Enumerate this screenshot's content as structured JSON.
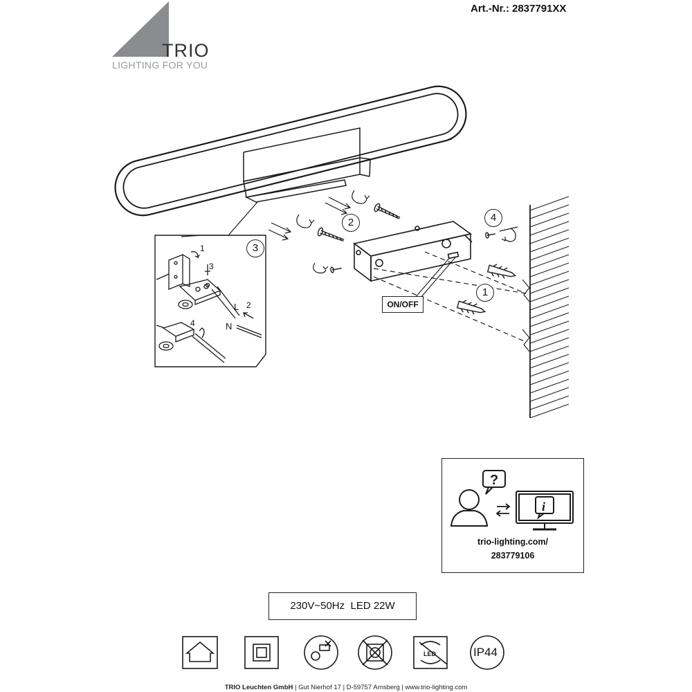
{
  "header": {
    "article_number": "Art.-Nr.: 2837791XX"
  },
  "brand": {
    "name": "TRIO",
    "tagline": "LIGHTING FOR YOU",
    "logo_icon": "triangle-logo-icon"
  },
  "diagram": {
    "switch_label": "ON/OFF",
    "steps": [
      "1",
      "2",
      "3",
      "4"
    ],
    "detail": {
      "step_number": "3",
      "sub_steps": [
        "1",
        "2",
        "3",
        "4"
      ],
      "wire_labels": [
        "L",
        "N"
      ]
    }
  },
  "support": {
    "url": "trio-lighting.com/",
    "code": "283779106",
    "icons": [
      "person-icon",
      "question-bubble-icon",
      "exchange-arrows-icon",
      "monitor-info-icon"
    ]
  },
  "specs": {
    "text": "230V~50Hz  LED 22W"
  },
  "certifications": {
    "icons": [
      "indoor-use-icon",
      "protection-class-2-icon",
      "recycling-icon",
      "no-dimmer-icon",
      "led-non-replaceable-icon"
    ],
    "ip_rating": "IP44"
  },
  "footer": {
    "company": "TRIO Leuchten GmbH",
    "address": "|  Gut Nierhof 17  |  D-59757 Arnsberg  |  www.trio-lighting.com"
  }
}
